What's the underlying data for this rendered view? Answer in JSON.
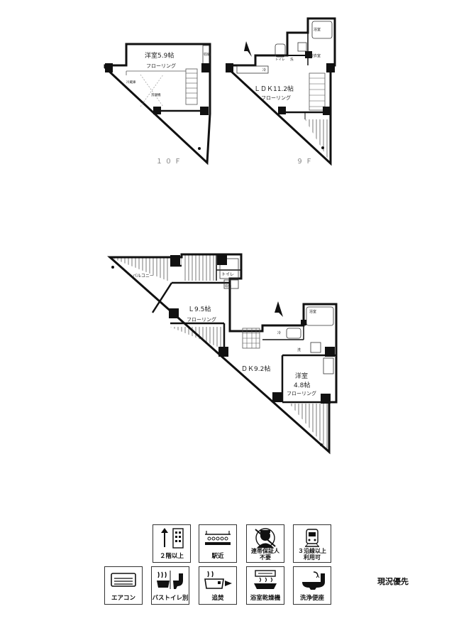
{
  "floors": [
    {
      "label": "１０Ｆ",
      "rooms": [
        {
          "name": "洋室5.9帖",
          "floor": "フローリング"
        }
      ],
      "tags": [
        "収納",
        "冷蔵庫",
        "洗濯機"
      ]
    },
    {
      "label": "９Ｆ",
      "rooms": [
        {
          "name": "ＬＤＫ11.2帖",
          "floor": "フローリング"
        }
      ],
      "tags": [
        "浴室",
        "トイレ",
        "洗",
        "脱衣室",
        "冷"
      ]
    },
    {
      "label": "",
      "rooms": [
        {
          "name": "Ｌ9.5帖",
          "floor": "フローリング"
        },
        {
          "name": "ＤＫ9.2帖",
          "floor": ""
        },
        {
          "name": "洋室",
          "size": "4.8帖",
          "floor": "フローリング"
        }
      ],
      "tags": [
        "バルコニー",
        "トイレ",
        "収納",
        "浴室",
        "洗",
        "冷"
      ]
    }
  ],
  "badges": [
    {
      "id": "floor2plus",
      "icon": "building-icon",
      "label": "２階以上"
    },
    {
      "id": "near-station",
      "icon": "station-icon",
      "label": "駅近"
    },
    {
      "id": "no-guarantor",
      "icon": "guarantor-icon",
      "label": "連帯保証人",
      "label2": "不要"
    },
    {
      "id": "three-lines",
      "icon": "train-icon",
      "label": "３沿線以上",
      "label2": "利用可"
    },
    {
      "id": "aircon",
      "icon": "aircon-icon",
      "label": "エアコン"
    },
    {
      "id": "bath-toilet",
      "icon": "bath-toilet-icon",
      "label": "バストイレ別"
    },
    {
      "id": "reheat",
      "icon": "reheat-icon",
      "label": "追焚"
    },
    {
      "id": "bath-dryer",
      "icon": "bath-dryer-icon",
      "label": "浴室乾燥機"
    },
    {
      "id": "washlet",
      "icon": "washlet-icon",
      "label": "洗浄便座"
    }
  ],
  "note": "現況優先"
}
